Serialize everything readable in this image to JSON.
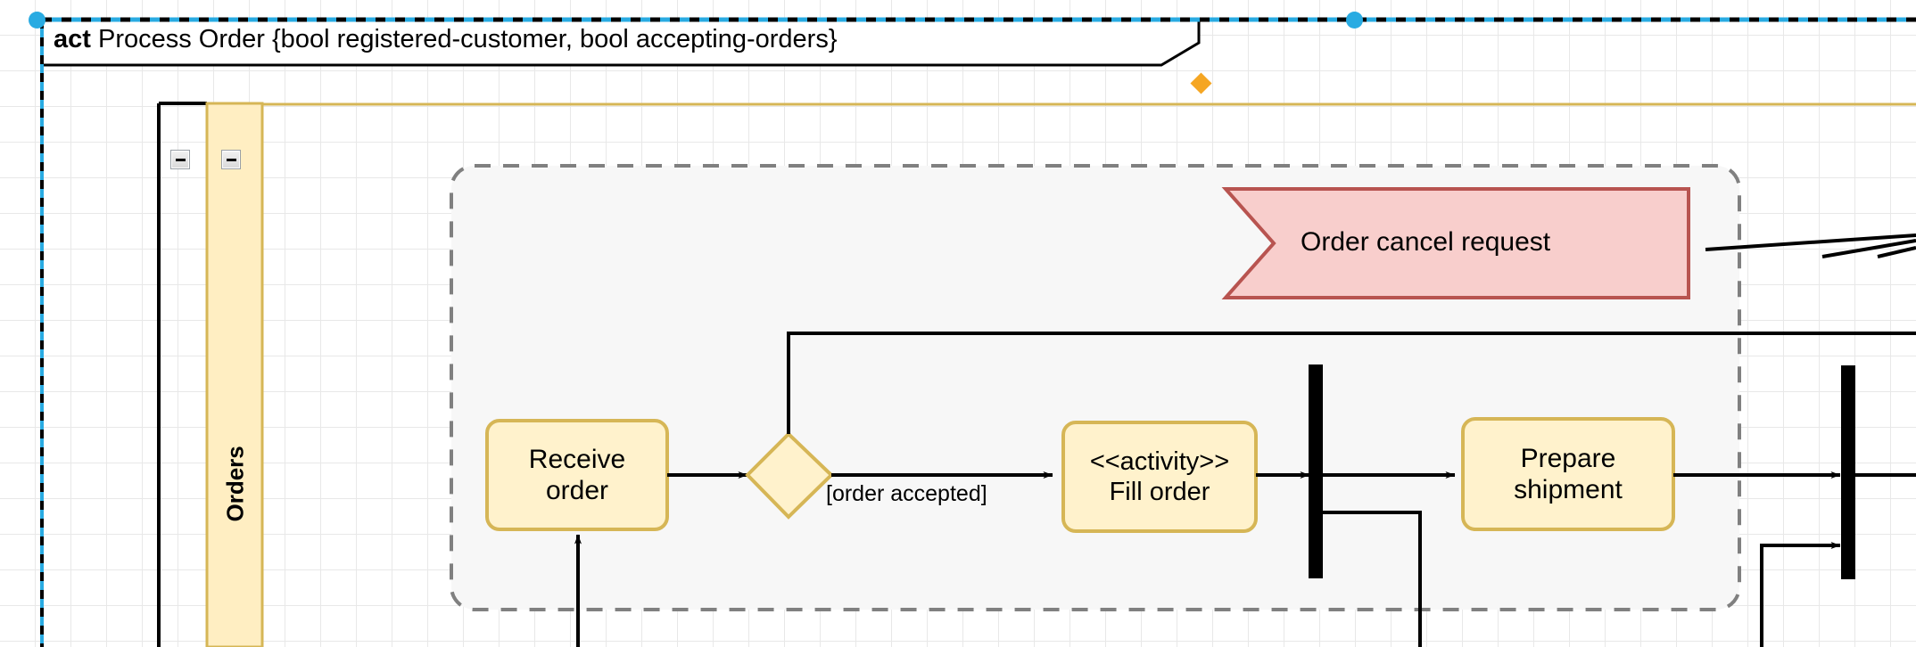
{
  "diagram": {
    "kind": "uml-activity-diagram",
    "frame": {
      "keyword": "act",
      "name": "Process Order",
      "parameters": "{bool registered-customer, bool accepting-orders}",
      "title_full": "act Process Order {bool registered-customer, bool accepting-orders}"
    },
    "partition": {
      "label": "Orders",
      "fill_color": "#ffeec2",
      "border_color": "#d6b656"
    },
    "region": {
      "name": "interruptible-activity-region",
      "fill_color": "#f7f7f7",
      "border_color": "#808080",
      "border_style": "dashed"
    },
    "nodes": [
      {
        "id": "order-cancel-request",
        "type": "signal-receipt",
        "label": "Order cancel request",
        "fill_color": "#f8cecc",
        "border_color": "#b85450"
      },
      {
        "id": "receive-order",
        "type": "action",
        "label_lines": [
          "Receive",
          "order"
        ],
        "fill_color": "#fff2cc",
        "border_color": "#d6b656"
      },
      {
        "id": "order-decision",
        "type": "decision",
        "label": "",
        "fill_color": "#fff2cc",
        "border_color": "#d6b656"
      },
      {
        "id": "fill-order",
        "type": "action",
        "stereotype": "<<activity>>",
        "label_lines": [
          "<<activity>>",
          "Fill order"
        ],
        "fill_color": "#fff2cc",
        "border_color": "#d6b656"
      },
      {
        "id": "fork-1",
        "type": "fork-bar",
        "label": "",
        "fill_color": "#000000"
      },
      {
        "id": "prepare-shipment",
        "type": "action",
        "label_lines": [
          "Prepare",
          "shipment"
        ],
        "fill_color": "#fff2cc",
        "border_color": "#d6b656"
      },
      {
        "id": "fork-2",
        "type": "fork-bar",
        "label": "",
        "fill_color": "#000000"
      }
    ],
    "edges": [
      {
        "id": "receive-to-decision",
        "guard": ""
      },
      {
        "id": "decision-to-fill-order",
        "guard": "[order accepted]"
      },
      {
        "id": "decision-up-branch",
        "guard": ""
      },
      {
        "id": "fill-order-to-fork1",
        "guard": ""
      },
      {
        "id": "fork1-to-prepare-shipment",
        "guard": ""
      },
      {
        "id": "prepare-shipment-to-fork2",
        "guard": ""
      },
      {
        "id": "fork1-lower-to-fork2",
        "guard": ""
      },
      {
        "id": "incoming-to-receive-order",
        "guard": ""
      },
      {
        "id": "cancel-request-outgoing",
        "guard": ""
      }
    ],
    "selection": {
      "selected_element": "activity-frame",
      "handle_color": "#29abe2",
      "dash_color": "#000000",
      "rotate_handle_color": "#f5a623"
    },
    "controls": [
      {
        "id": "collapse-frame",
        "icon": "minus-icon",
        "label": ""
      },
      {
        "id": "collapse-partition",
        "icon": "minus-icon",
        "label": ""
      }
    ],
    "canvas": {
      "grid_color": "#e8e8e8",
      "grid_size": "40",
      "background_color": "#ffffff"
    }
  }
}
